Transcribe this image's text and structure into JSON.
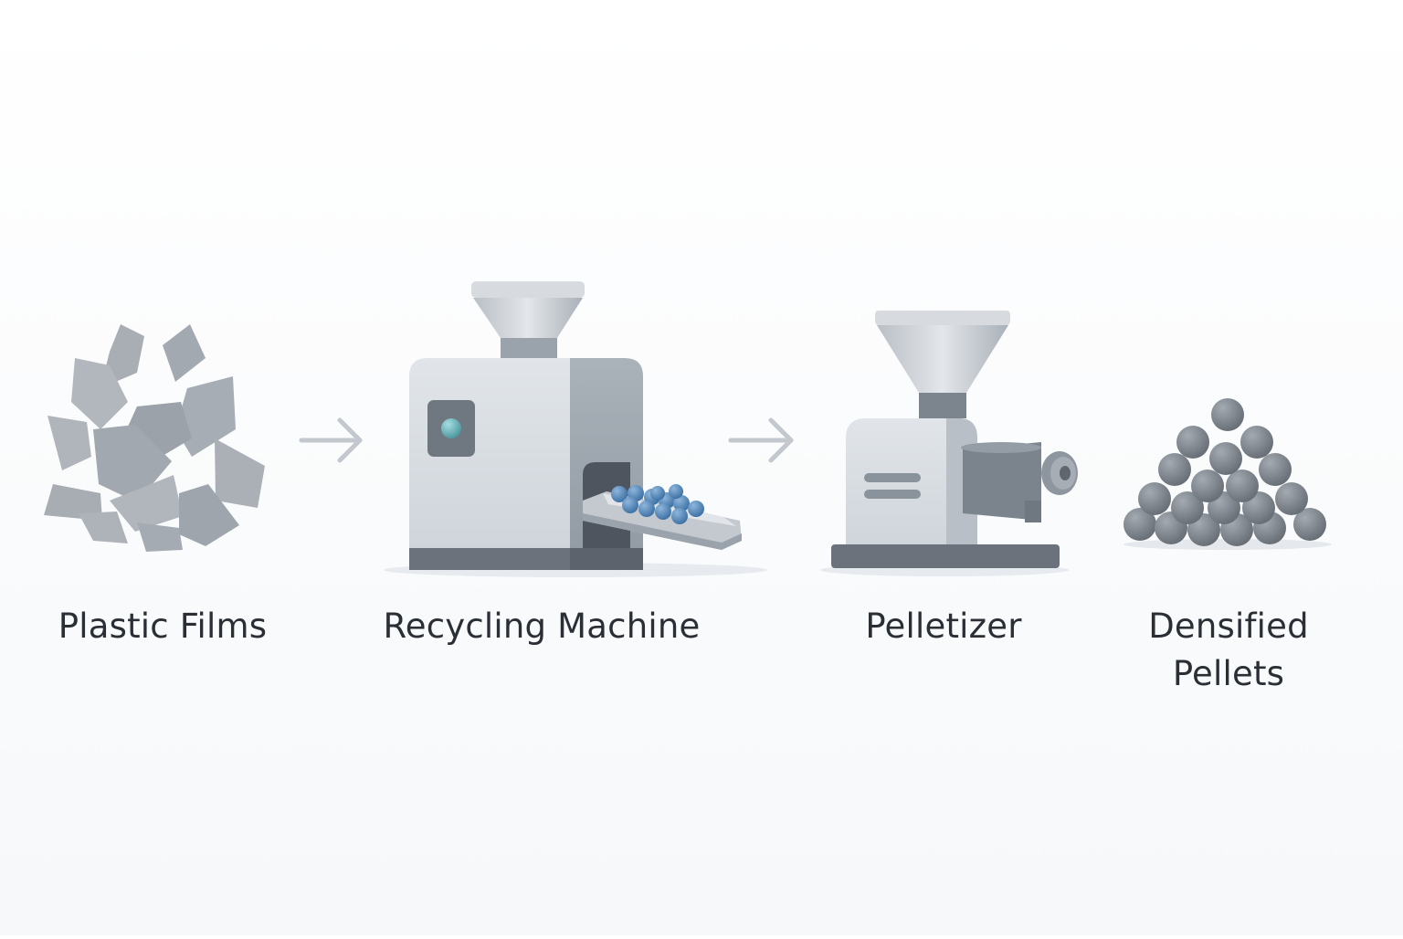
{
  "steps": [
    {
      "id": "plastic-films",
      "label_lines": [
        "Plastic Films"
      ]
    },
    {
      "id": "recycling-machine",
      "label_lines": [
        "Recycling Machine"
      ]
    },
    {
      "id": "pelletizer",
      "label_lines": [
        "Pelletizer"
      ]
    },
    {
      "id": "densified-pellets",
      "label_lines": [
        "Densified",
        "Pellets"
      ]
    }
  ],
  "connectors": [
    {
      "from": "plastic-films",
      "to": "recycling-machine"
    },
    {
      "from": "recycling-machine",
      "to": "pelletizer"
    }
  ],
  "colors": {
    "film": "#a7acb3",
    "film_dark": "#9aa0a7",
    "machine_light": "#d3d8dd",
    "machine_mid": "#bcc3ca",
    "machine_dark": "#6b727b",
    "accent_blue": "#4f86b8",
    "accent_teal": "#6fb3b8",
    "pellet_gray": "#7b8189",
    "arrow": "#c3c8ce"
  },
  "icons": {
    "plastic-films": "plastic-film-shards-icon",
    "recycling-machine": "recycling-machine-icon",
    "pelletizer": "pelletizer-icon",
    "densified-pellets": "pellet-pile-icon"
  }
}
